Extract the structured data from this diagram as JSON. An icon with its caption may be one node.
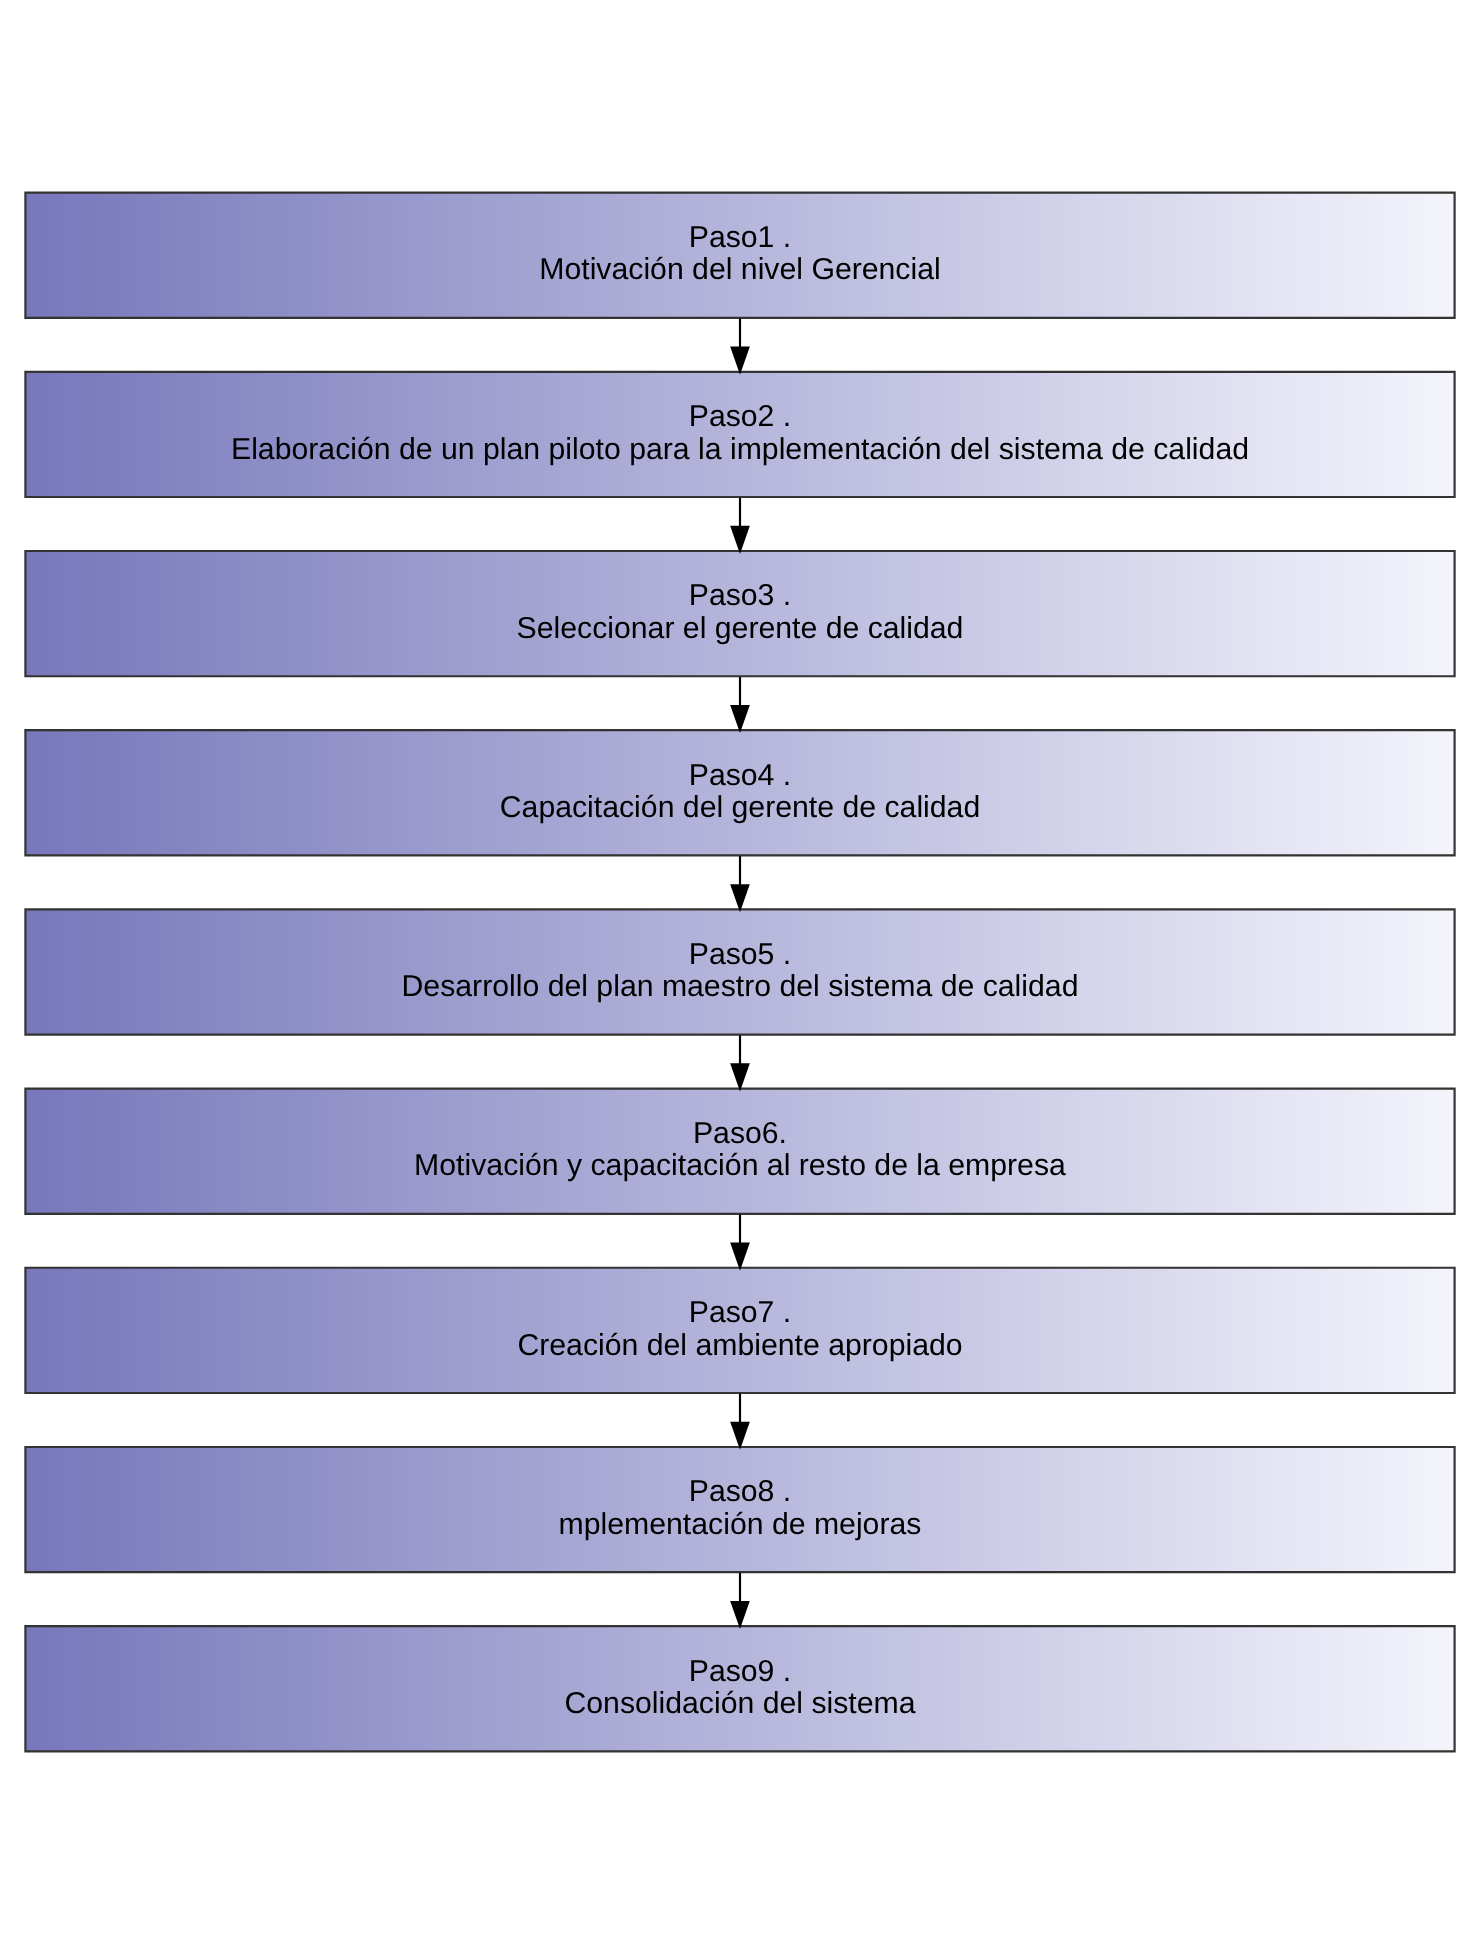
{
  "diagram": {
    "nodes": [
      {
        "text": [
          "Paso1 .",
          "Motivación del nivel Gerencial"
        ]
      },
      {
        "text": [
          "Paso2 .",
          "Elaboración de un plan piloto para la implementación del sistema de calidad"
        ]
      },
      {
        "text": [
          "Paso3 .",
          "Seleccionar el gerente de calidad"
        ]
      },
      {
        "text": [
          "Paso4 .",
          "Capacitación del gerente de calidad"
        ]
      },
      {
        "text": [
          "Paso5 .",
          "Desarrollo del plan maestro del sistema de calidad"
        ]
      },
      {
        "text": [
          "Paso6.",
          "Motivación y capacitación al resto de la empresa"
        ]
      },
      {
        "text": [
          "Paso7 .",
          "Creación del ambiente apropiado"
        ]
      },
      {
        "text": [
          "Paso8 .",
          "mplementación de mejoras"
        ]
      },
      {
        "text": [
          "Paso9 .",
          "Consolidación del sistema"
        ]
      }
    ],
    "edges": [
      {
        "from": 0,
        "to": 1,
        "arrow": "to"
      },
      {
        "from": 1,
        "to": 2,
        "arrow": "to"
      },
      {
        "from": 2,
        "to": 3,
        "arrow": "to"
      },
      {
        "from": 3,
        "to": 4,
        "arrow": "to"
      },
      {
        "from": 4,
        "to": 5,
        "arrow": "to"
      },
      {
        "from": 5,
        "to": 6,
        "arrow": "to"
      },
      {
        "from": 6,
        "to": 7,
        "arrow": "to"
      },
      {
        "from": 7,
        "to": 8,
        "arrow": "to"
      }
    ]
  }
}
